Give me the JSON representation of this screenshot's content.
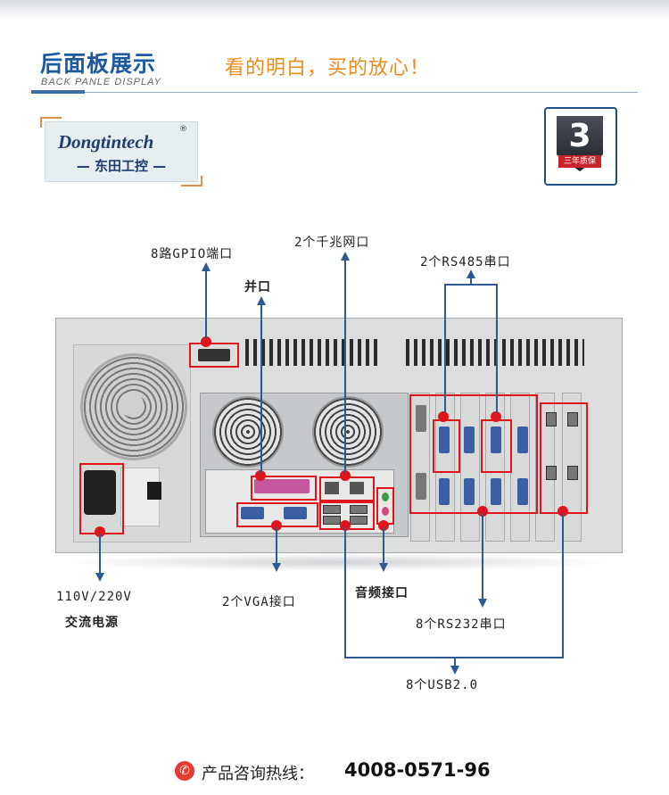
{
  "header": {
    "title": "后面板展示",
    "subtitle_en": "BACK PANLE DISPLAY",
    "slogan": "看的明白，买的放心！"
  },
  "logo": {
    "brand": "Dongtintech",
    "registered": "®",
    "chinese": "— 东田工控 —"
  },
  "warranty_badge": {
    "number": "3",
    "text": "三年质保"
  },
  "callouts": {
    "gpio": "8路GPIO端口",
    "parallel": "并口",
    "lan": "2个千兆网口",
    "rs485": "2个RS485串口",
    "power_voltage": "110V/220V",
    "power_ac": "交流电源",
    "vga": "2个VGA接口",
    "audio": "音频接口",
    "rs232": "8个RS232串口",
    "usb": "8个USB2.0"
  },
  "footer": {
    "icon": "phone-icon",
    "label": "产品咨询热线：",
    "number": "4008-0571-96"
  },
  "colors": {
    "accent_blue": "#1c5aa0",
    "slogan_orange": "#ef8b1a",
    "highlight_red": "#e0151b",
    "line_blue": "#2d5a92"
  }
}
